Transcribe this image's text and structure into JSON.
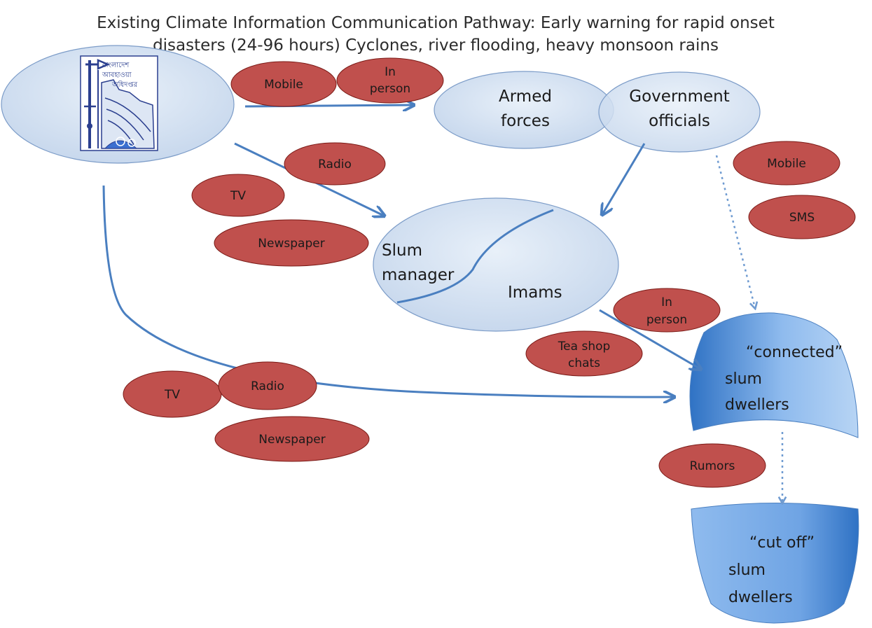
{
  "title": {
    "line1": "Existing Climate Information Communication Pathway: Early warning for rapid onset",
    "line2": "disasters (24-96 hours) Cyclones, river flooding, heavy monsoon rains"
  },
  "logo": {
    "text_line1": "বাংলাদেশ",
    "text_line2": "আবহাওয়া",
    "text_line3": "অধিদপ্তর"
  },
  "nodes": {
    "armed_forces": {
      "line1": "Armed",
      "line2": "forces"
    },
    "government_officials": {
      "line1": "Government",
      "line2": "officials"
    },
    "slum_manager": {
      "line1": "Slum",
      "line2": "manager"
    },
    "imams": "Imams",
    "connected_dwellers": {
      "line1": "“connected”",
      "line2": "slum",
      "line3": "dwellers"
    },
    "cutoff_dwellers": {
      "line1": "“cut off”",
      "line2": "slum",
      "line3": "dwellers"
    }
  },
  "channels": {
    "mobile_top": "Mobile",
    "in_person_top": {
      "line1": "In",
      "line2": "person"
    },
    "radio_mid": "Radio",
    "tv_mid": "TV",
    "newspaper_mid": "Newspaper",
    "mobile_right": "Mobile",
    "sms_right": "SMS",
    "in_person_right": {
      "line1": "In",
      "line2": "person"
    },
    "tea_shop": {
      "line1": "Tea shop",
      "line2": "chats"
    },
    "tv_bottom": "TV",
    "radio_bottom": "Radio",
    "newspaper_bottom": "Newspaper",
    "rumors": "Rumors"
  },
  "colors": {
    "red_fill": "#c0504d",
    "light_blue": "#d4e2f2",
    "arrow_blue": "#4a7fc0",
    "blue_shape_dark": "#3b7fd0",
    "blue_shape_light": "#9ec4ee"
  }
}
